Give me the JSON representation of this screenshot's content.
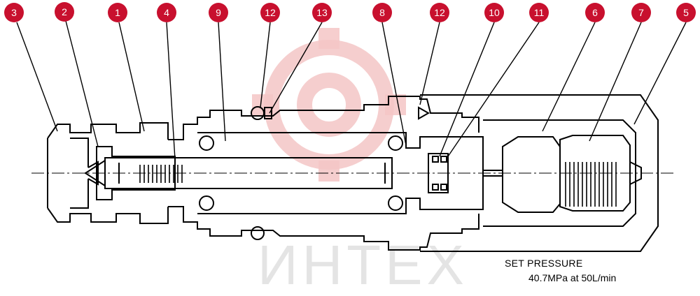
{
  "callouts": [
    "3",
    "2",
    "1",
    "4",
    "9",
    "12",
    "13",
    "8",
    "12",
    "10",
    "11",
    "6",
    "7",
    "5"
  ],
  "caption": {
    "line1": "SET PRESSURE",
    "line2": "40.7MPa  at  50L/min"
  },
  "watermark": "ИНТЕХ",
  "colors": {
    "callout": "#c8102e",
    "watermark": "#f4c6c6",
    "line": "#000000"
  }
}
